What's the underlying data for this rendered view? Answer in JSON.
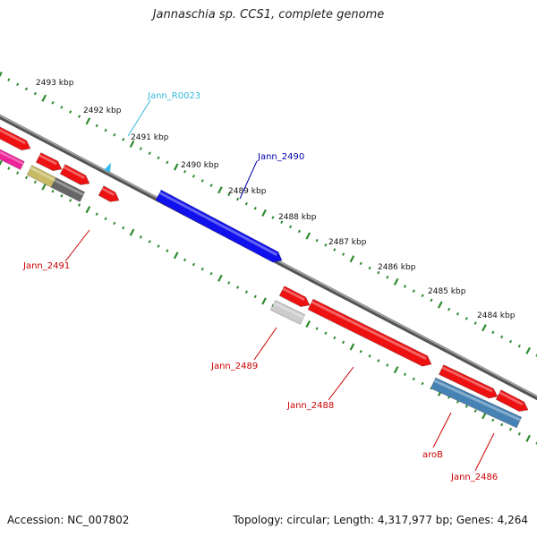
{
  "title": "Jannaschia sp. CCS1, complete genome",
  "footer": {
    "accession": "Accession: NC_007802",
    "summary": "Topology: circular; Length: 4,317,977 bp; Genes: 4,264"
  },
  "scale_labels": [
    "2493 kbp",
    "2492 kbp",
    "2491 kbp",
    "2490 kbp",
    "2489 kbp",
    "2488 kbp",
    "2487 kbp",
    "2486 kbp",
    "2485 kbp",
    "2484 kbp"
  ],
  "gene_labels": [
    {
      "text": "Jann_R0023",
      "color": "#33bbdd"
    },
    {
      "text": "Jann_2490",
      "color": "#0000aa"
    },
    {
      "text": "Jann_2491",
      "color": "#cc0000"
    },
    {
      "text": "Jann_2489",
      "color": "#cc0000"
    },
    {
      "text": "Jann_2488",
      "color": "#cc0000"
    },
    {
      "text": "aroB",
      "color": "#cc0000"
    },
    {
      "text": "Jann_2486",
      "color": "#cc0000"
    }
  ],
  "colors": {
    "backbone": "#888888",
    "tick": "#2e8b2e",
    "gene_red": "#ee1111",
    "gene_blue": "#1111ee",
    "gene_magenta": "#ee2299",
    "gene_olive": "#c8bb66",
    "gene_gray": "#666666",
    "gene_lightgray": "#cccccc",
    "gene_steelblue": "#4682b4",
    "trna": "#33bbee"
  }
}
